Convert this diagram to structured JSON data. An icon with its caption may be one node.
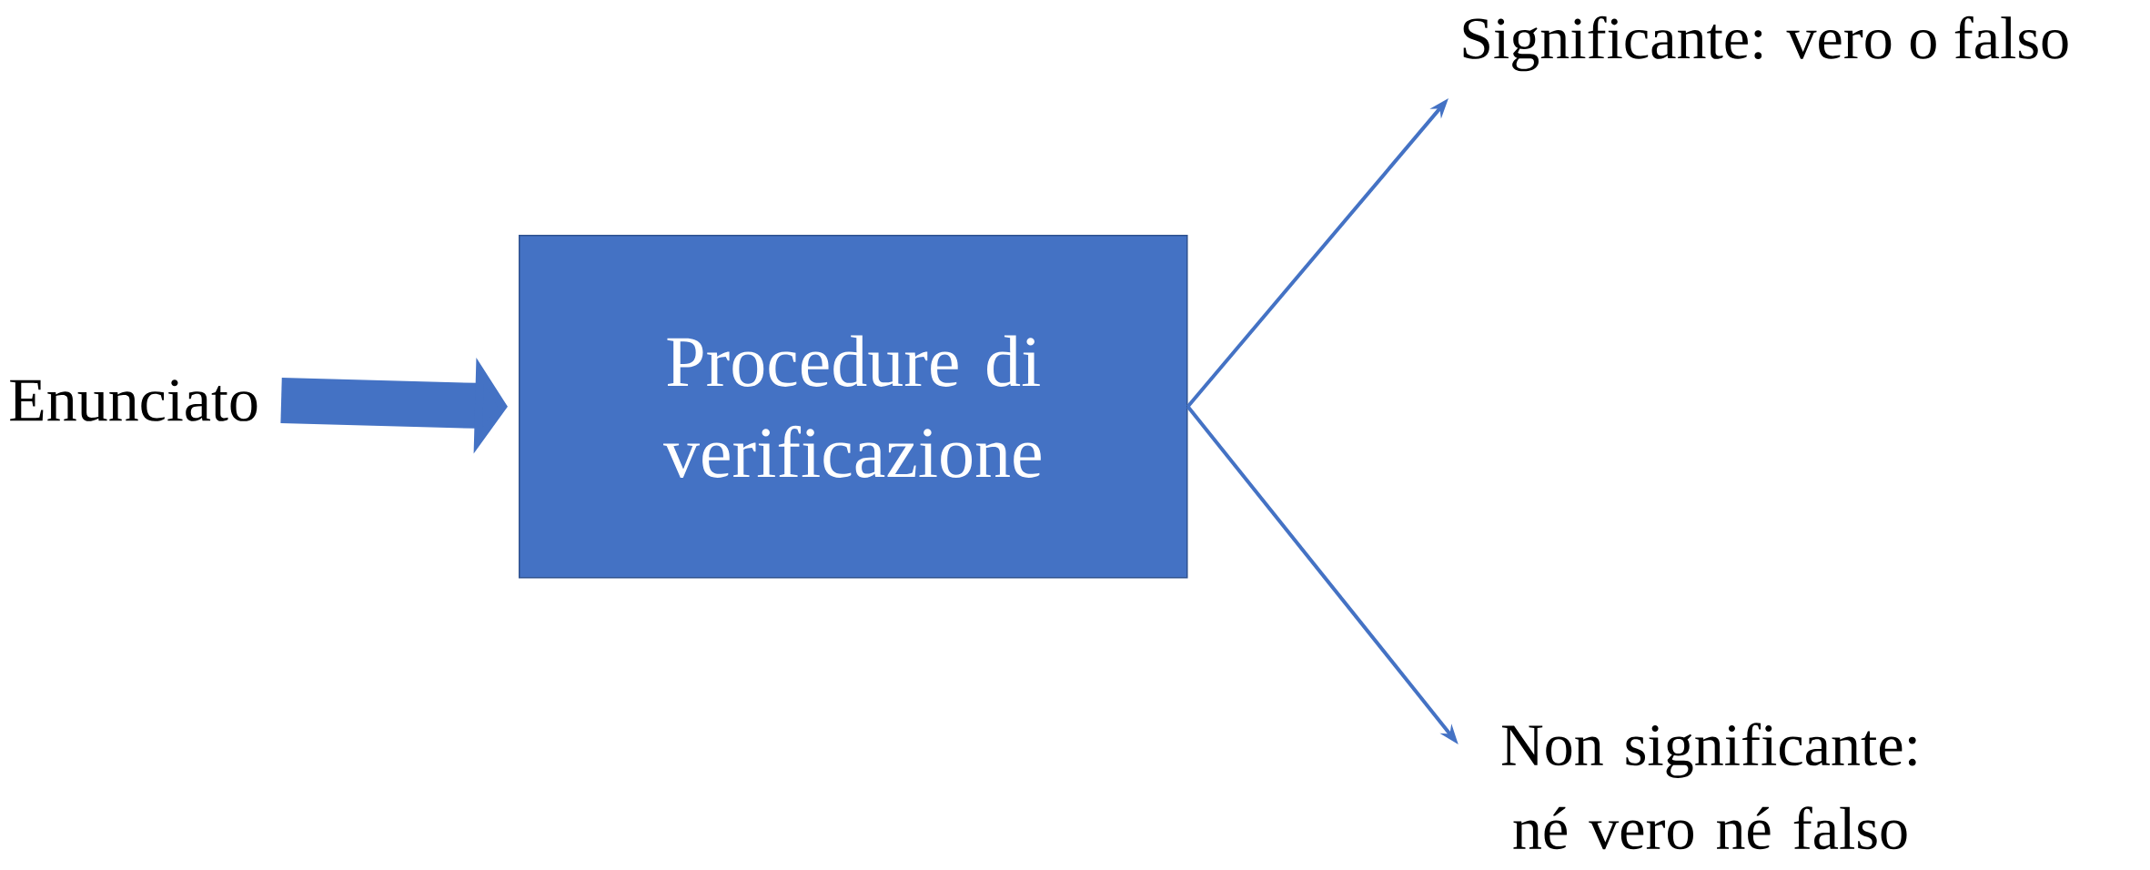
{
  "diagram": {
    "nodes": [
      {
        "text": [
          "Enunciato"
        ]
      },
      {
        "text": [
          "Procedure di verificazione"
        ]
      },
      {
        "text": [
          "Significante: vero o falso"
        ]
      },
      {
        "text": [
          "Non significante: né vero né falso"
        ]
      }
    ],
    "edges": [
      {
        "from": 0,
        "to": 1,
        "arrow": "to",
        "style": "thick"
      },
      {
        "from": 1,
        "to": 2,
        "arrow": "to"
      },
      {
        "from": 1,
        "to": 3,
        "arrow": "to"
      }
    ]
  }
}
